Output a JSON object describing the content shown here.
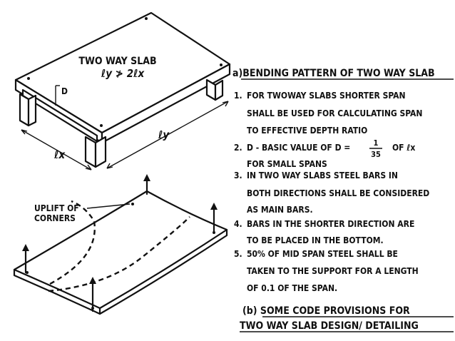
{
  "figure_top": {
    "title_line1": "TWO WAY SLAB",
    "title_line2": "ℓy ≯ 2ℓx",
    "depth_label": "D",
    "lx_label": "ℓx",
    "ly_label": "ℓy"
  },
  "figure_bottom": {
    "uplift_label_line1": "UPLIFT OF",
    "uplift_label_line2": "CORNERS"
  },
  "section_a": {
    "heading": "a)BENDING PATTERN OF TWO WAY SLAB"
  },
  "notes": [
    {
      "number": "1.",
      "lines": [
        "FOR TWOWAY SLABS SHORTER SPAN",
        "SHALL BE USED FOR CALCULATING SPAN",
        "TO EFFECTIVE DEPTH RATIO"
      ]
    },
    {
      "number": "2.",
      "lines": [
        "D - BASIC VALUE OF D = ",
        "FOR SMALL SPANS"
      ],
      "fraction_num": "1",
      "fraction_den": "35",
      "fraction_tail": "OF ℓx"
    },
    {
      "number": "3.",
      "lines": [
        "IN TWO WAY SLABS STEEL BARS IN",
        "BOTH DIRECTIONS SHALL BE CONSIDERED",
        "AS MAIN BARS."
      ]
    },
    {
      "number": "4.",
      "lines": [
        "BARS IN THE SHORTER DIRECTION ARE",
        "TO BE PLACED IN THE BOTTOM."
      ]
    },
    {
      "number": "5.",
      "lines": [
        "50% OF MID SPAN STEEL SHALL BE",
        "TAKEN TO THE SUPPORT FOR A LENGTH",
        "OF 0.1 OF THE SPAN."
      ]
    }
  ],
  "section_b": {
    "heading_line1": "(b) SOME CODE PROVISIONS FOR",
    "heading_line2": "TWO WAY SLAB DESIGN/ DETAILING"
  }
}
